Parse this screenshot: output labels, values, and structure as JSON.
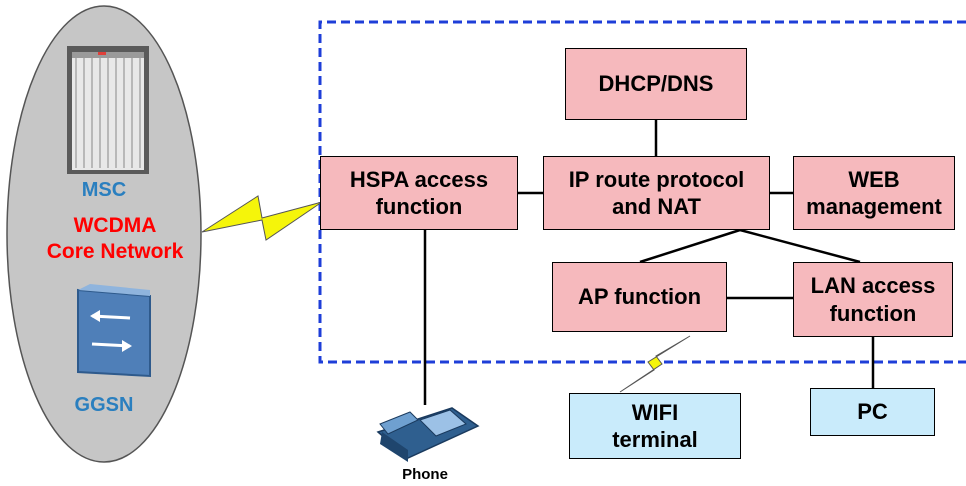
{
  "colors": {
    "process_box": "#f6b9bd",
    "terminal_box": "#c9ebfb",
    "boundary": "#1e3ed8",
    "core_network_ellipse": "#c6c6c6",
    "core_label_blue": "#2a7fbf",
    "core_label_red": "#ff0000",
    "wireless_bolt": "#f5f50a"
  },
  "core_network": {
    "msc_label": "MSC",
    "title_line1": "WCDMA",
    "title_line2": "Core Network",
    "ggsn_label": "GGSN",
    "icons": [
      "server-rack-icon",
      "router-switch-icon"
    ]
  },
  "boxes": {
    "dhcp": {
      "line1": "DHCP/DNS"
    },
    "ip_route": {
      "line1": "IP route protocol",
      "line2": "and NAT"
    },
    "hspa": {
      "line1": "HSPA access",
      "line2": "function"
    },
    "web": {
      "line1": "WEB",
      "line2": "management"
    },
    "ap": {
      "line1": "AP function"
    },
    "lan": {
      "line1": "LAN access",
      "line2": "function"
    },
    "wifi": {
      "line1": "WIFI",
      "line2": "terminal"
    },
    "pc": {
      "line1": "PC"
    }
  },
  "phone": {
    "label": "Phone",
    "icon": "desk-phone-icon"
  }
}
